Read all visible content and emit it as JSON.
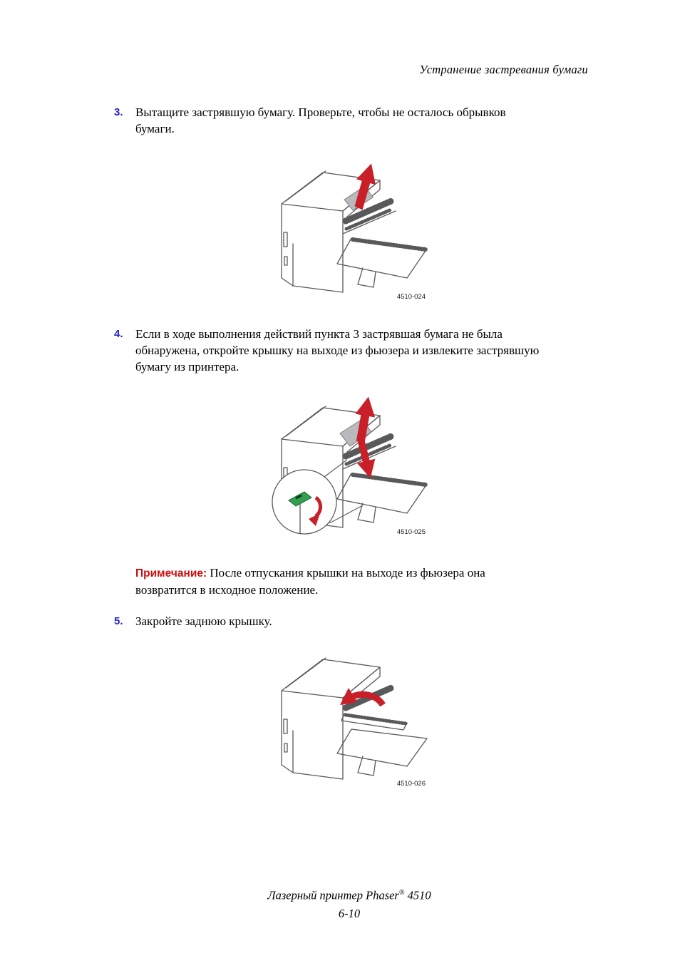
{
  "page": {
    "header": "Устранение застревания бумаги",
    "footer": {
      "product_pre": "Лазерный принтер Phaser",
      "reg_mark": "®",
      "product_post": " 4510",
      "page_number": "6-10"
    }
  },
  "steps": [
    {
      "number": "3.",
      "text": "Вытащите застрявшую бумагу. Проверьте, чтобы не осталось обрывков бумаги.",
      "figure_label": "4510-024"
    },
    {
      "number": "4.",
      "text": "Если в ходе выполнения действий пункта 3 застрявшая бумага не была обнаружена, откройте крышку на выходе из фьюзера и извлеките застрявшую бумагу из принтера.",
      "figure_label": "4510-025"
    },
    {
      "number": "5.",
      "text": "Закройте заднюю крышку.",
      "figure_label": "4510-026"
    }
  ],
  "note": {
    "label": "Примечание:",
    "text": "После отпускания крышки на выходе из фьюзера она возвратится в исходное положение."
  },
  "colors": {
    "step_number_blue": "#2323c8",
    "note_label_red": "#cc0e0e",
    "arrow_red": "#c81f28",
    "lever_green": "#31a14f",
    "line_art_gray": "#58595b",
    "paper_gray": "#b9babd"
  }
}
